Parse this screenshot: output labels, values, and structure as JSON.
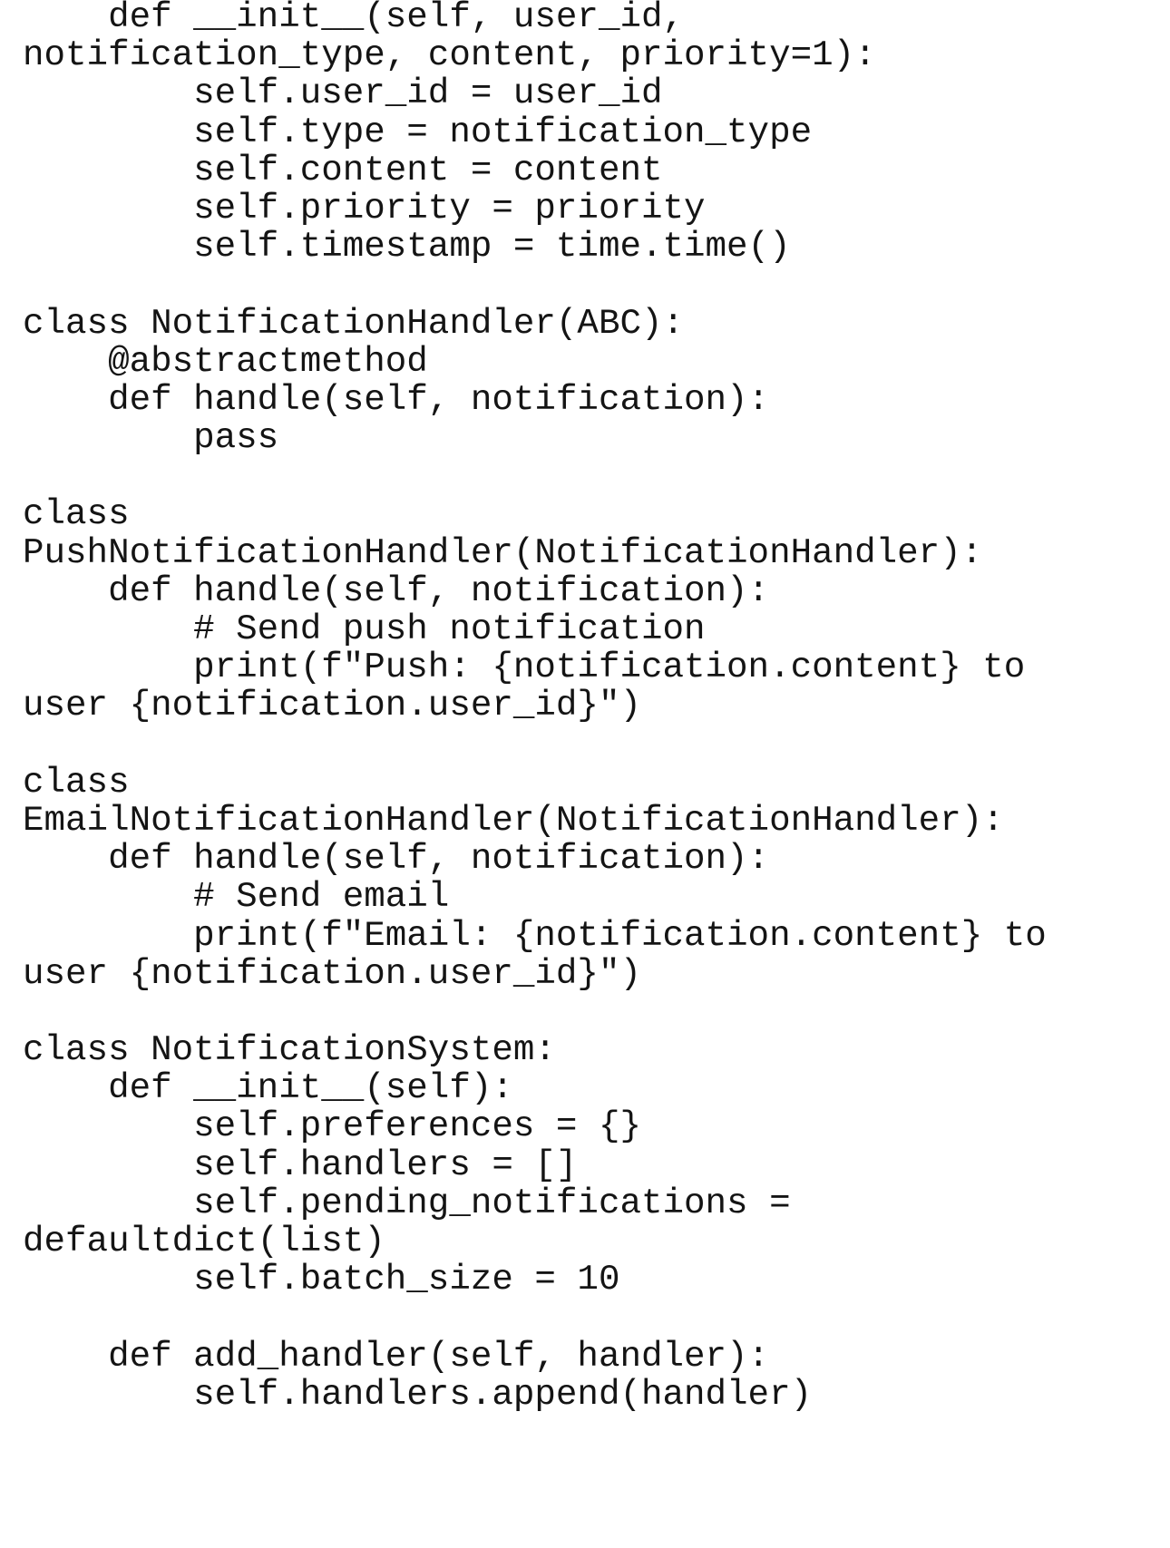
{
  "code_lines": [
    "    def __init__(self, user_id,",
    "notification_type, content, priority=1):",
    "        self.user_id = user_id",
    "        self.type = notification_type",
    "        self.content = content",
    "        self.priority = priority",
    "        self.timestamp = time.time()",
    "",
    "class NotificationHandler(ABC):",
    "    @abstractmethod",
    "    def handle(self, notification):",
    "        pass",
    "",
    "class",
    "PushNotificationHandler(NotificationHandler):",
    "    def handle(self, notification):",
    "        # Send push notification",
    "        print(f\"Push: {notification.content} to",
    "user {notification.user_id}\")",
    "",
    "class",
    "EmailNotificationHandler(NotificationHandler):",
    "    def handle(self, notification):",
    "        # Send email",
    "        print(f\"Email: {notification.content} to",
    "user {notification.user_id}\")",
    "",
    "class NotificationSystem:",
    "    def __init__(self):",
    "        self.preferences = {}",
    "        self.handlers = []",
    "        self.pending_notifications =",
    "defaultdict(list)",
    "        self.batch_size = 10",
    "",
    "    def add_handler(self, handler):",
    "        self.handlers.append(handler)"
  ]
}
